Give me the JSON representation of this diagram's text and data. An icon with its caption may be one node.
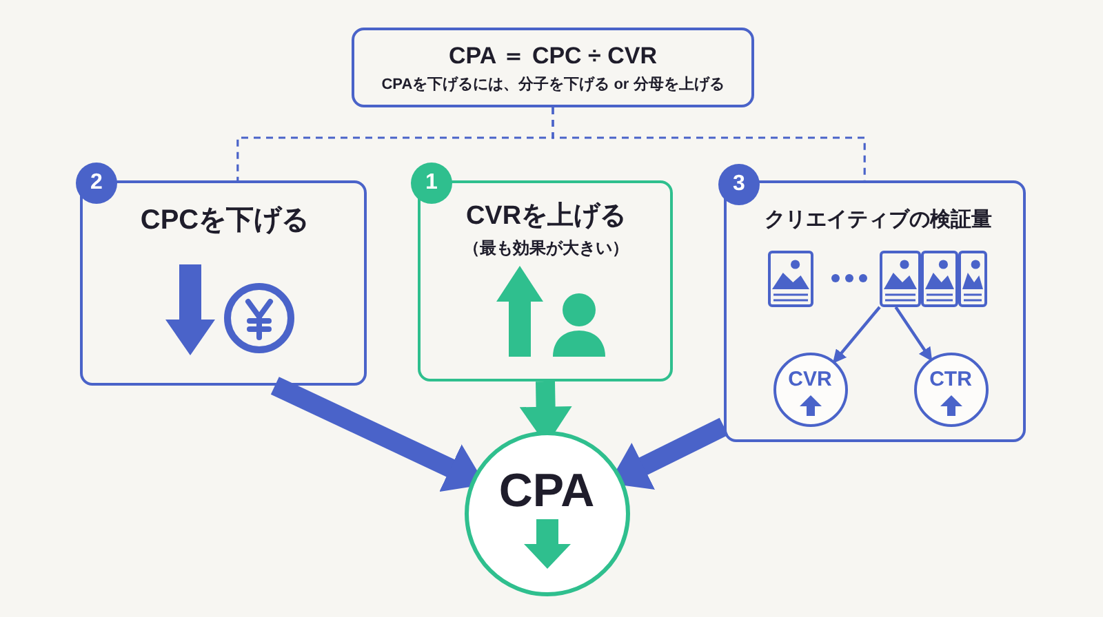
{
  "diagram": {
    "nodes": [
      {
        "text": [
          "CPA ＝ CPC ÷ CVR",
          "CPAを下げるには、分子を下げる or 分母を上げる"
        ]
      },
      {
        "text": [
          "2"
        ]
      },
      {
        "text": [
          "CPCを下げる"
        ]
      },
      {
        "text": [
          "1"
        ]
      },
      {
        "text": [
          "CVRを上げる",
          "（最も効果が大きい）"
        ]
      },
      {
        "text": [
          "3"
        ]
      },
      {
        "text": [
          "クリエイティブの検証量"
        ]
      },
      {
        "text": [],
        "shape": "picture",
        "in": 6
      },
      {
        "text": [
          "CVR"
        ],
        "in": 6
      },
      {
        "text": [
          "CTR"
        ],
        "in": 6
      },
      {
        "text": [
          "CPA"
        ]
      }
    ],
    "edges": [
      {
        "from": 0,
        "to": 2,
        "arrow": "none",
        "style": "dashed"
      },
      {
        "from": 0,
        "to": 6,
        "arrow": "none",
        "style": "dashed"
      },
      {
        "from": 7,
        "to": 8,
        "arrow": "to"
      },
      {
        "from": 7,
        "to": 9,
        "arrow": "to"
      },
      {
        "from": 2,
        "to": 10,
        "arrow": "to",
        "style": "thick"
      },
      {
        "from": 4,
        "to": 10,
        "arrow": "to",
        "style": "thick",
        "color": "#2fbf8e"
      },
      {
        "from": 6,
        "to": 10,
        "arrow": "to",
        "style": "thick"
      }
    ]
  }
}
